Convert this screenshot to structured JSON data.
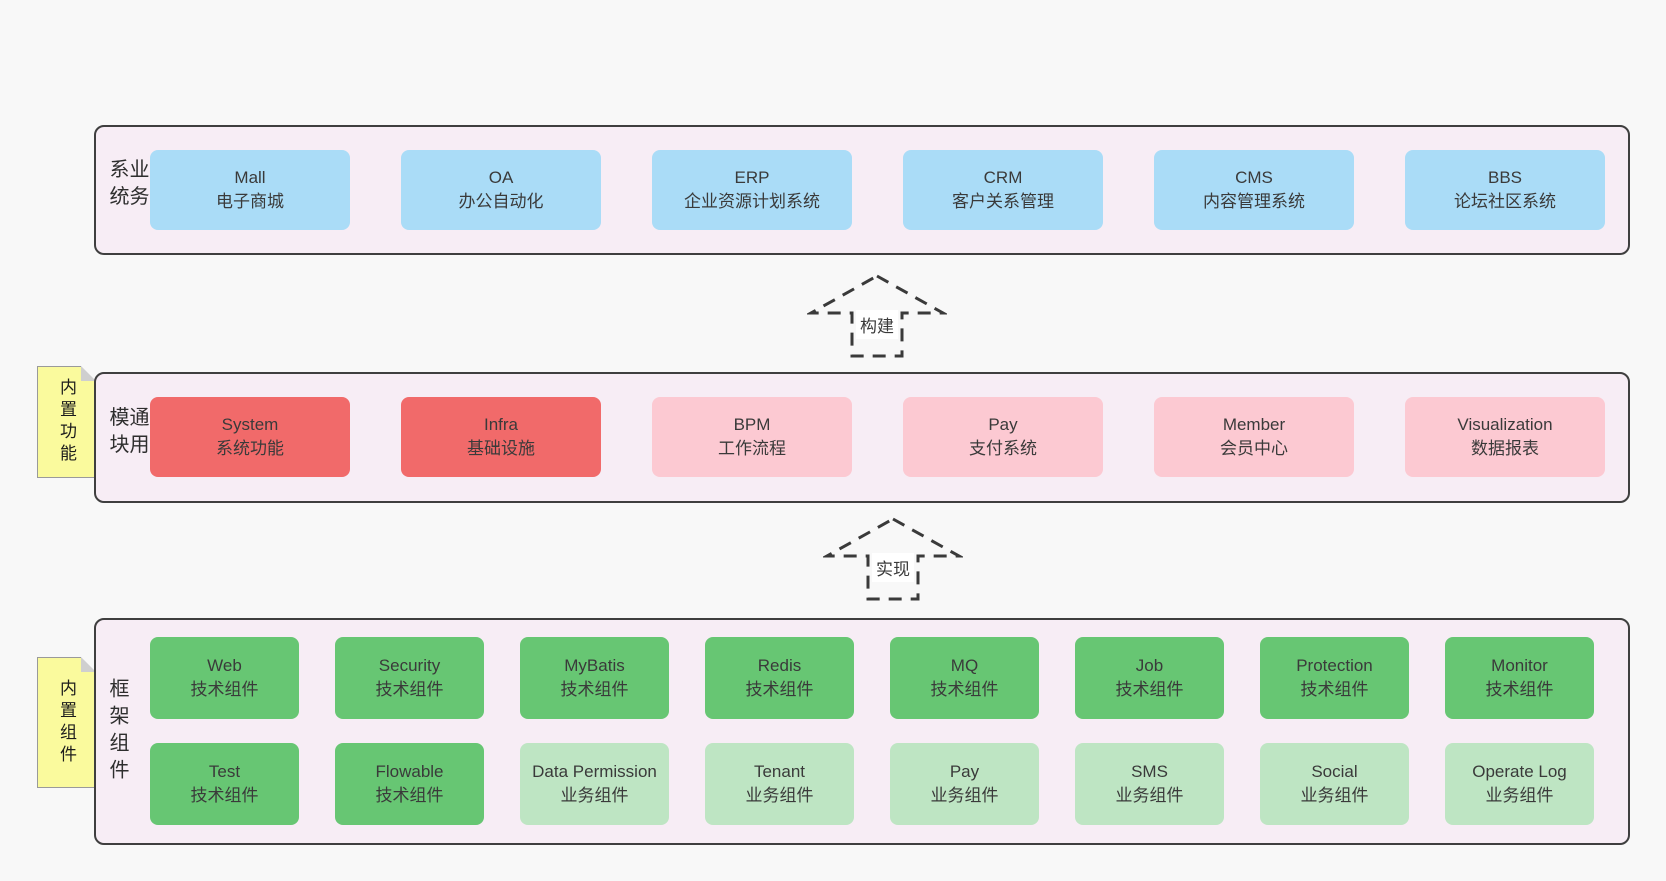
{
  "diagram": {
    "panels": {
      "business": {
        "label": "业务系统",
        "boxes": [
          {
            "name": "Mall",
            "desc": "电子商城",
            "variant": "blue"
          },
          {
            "name": "OA",
            "desc": "办公自动化",
            "variant": "blue"
          },
          {
            "name": "ERP",
            "desc": "企业资源计划系统",
            "variant": "blue"
          },
          {
            "name": "CRM",
            "desc": "客户关系管理",
            "variant": "blue"
          },
          {
            "name": "CMS",
            "desc": "内容管理系统",
            "variant": "blue"
          },
          {
            "name": "BBS",
            "desc": "论坛社区系统",
            "variant": "blue"
          }
        ]
      },
      "modules": {
        "label": "通用模块",
        "note": "内置功能",
        "boxes": [
          {
            "name": "System",
            "desc": "系统功能",
            "variant": "red"
          },
          {
            "name": "Infra",
            "desc": "基础设施",
            "variant": "red"
          },
          {
            "name": "BPM",
            "desc": "工作流程",
            "variant": "pink"
          },
          {
            "name": "Pay",
            "desc": "支付系统",
            "variant": "pink"
          },
          {
            "name": "Member",
            "desc": "会员中心",
            "variant": "pink"
          },
          {
            "name": "Visualization",
            "desc": "数据报表",
            "variant": "pink"
          }
        ]
      },
      "framework": {
        "label": "框架组件",
        "note": "内置组件",
        "rows": [
          [
            {
              "name": "Web",
              "desc": "技术组件",
              "variant": "green"
            },
            {
              "name": "Security",
              "desc": "技术组件",
              "variant": "green"
            },
            {
              "name": "MyBatis",
              "desc": "技术组件",
              "variant": "green"
            },
            {
              "name": "Redis",
              "desc": "技术组件",
              "variant": "green"
            },
            {
              "name": "MQ",
              "desc": "技术组件",
              "variant": "green"
            },
            {
              "name": "Job",
              "desc": "技术组件",
              "variant": "green"
            },
            {
              "name": "Protection",
              "desc": "技术组件",
              "variant": "green"
            },
            {
              "name": "Monitor",
              "desc": "技术组件",
              "variant": "green"
            }
          ],
          [
            {
              "name": "Test",
              "desc": "技术组件",
              "variant": "green"
            },
            {
              "name": "Flowable",
              "desc": "技术组件",
              "variant": "green"
            },
            {
              "name": "Data Permission",
              "desc": "业务组件",
              "variant": "lightgreen"
            },
            {
              "name": "Tenant",
              "desc": "业务组件",
              "variant": "lightgreen"
            },
            {
              "name": "Pay",
              "desc": "业务组件",
              "variant": "lightgreen"
            },
            {
              "name": "SMS",
              "desc": "业务组件",
              "variant": "lightgreen"
            },
            {
              "name": "Social",
              "desc": "业务组件",
              "variant": "lightgreen"
            },
            {
              "name": "Operate Log",
              "desc": "业务组件",
              "variant": "lightgreen"
            }
          ]
        ]
      }
    },
    "arrows": [
      {
        "label": "构建"
      },
      {
        "label": "实现"
      }
    ],
    "colors": {
      "page_bg": "#f8f8f8",
      "panel_bg": "#f7edf5",
      "panel_border": "#3f3f3f",
      "blue": "#aadcf7",
      "red": "#f16a6a",
      "pink": "#fcc9d2",
      "green": "#67c673",
      "light_green": "#bee5c3",
      "note_yellow": "#fafa9d",
      "text": "#3a3a3a"
    }
  }
}
